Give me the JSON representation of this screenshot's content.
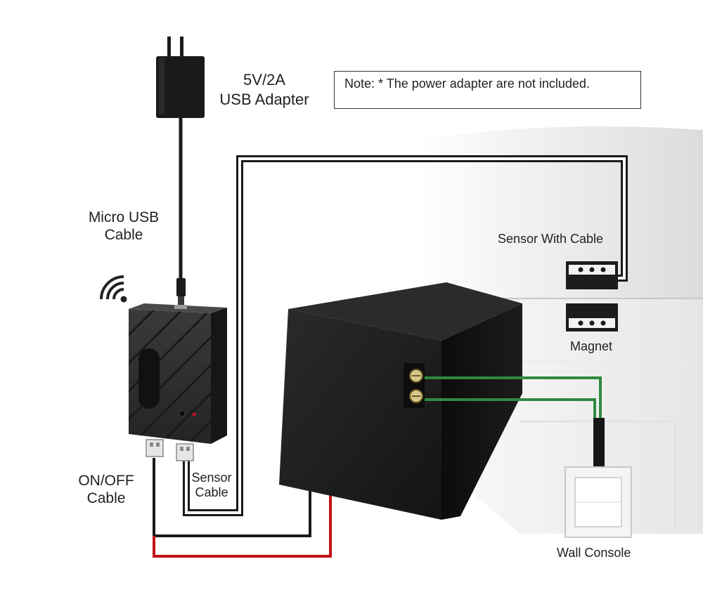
{
  "adapter": {
    "line1": "5V/2A",
    "line2": "USB Adapter",
    "icon": "usb-power-adapter-icon"
  },
  "note": "Note: * The power adapter are not included.",
  "micro_usb": {
    "line1": "Micro USB",
    "line2": "Cable"
  },
  "device": {
    "icon": "wifi-icon"
  },
  "sensor_with_cable": "Sensor With Cable",
  "magnet": "Magnet",
  "on_off_cable": {
    "line1": "ON/OFF",
    "line2": "Cable"
  },
  "sensor_cable": {
    "line1": "Sensor",
    "line2": "Cable"
  },
  "wall_console": "Wall Console",
  "colors": {
    "red_wire": "#c4121a",
    "green_wire": "#2f8a3c",
    "black_wire": "#1a1a1a",
    "box": "#1c1c1c"
  }
}
